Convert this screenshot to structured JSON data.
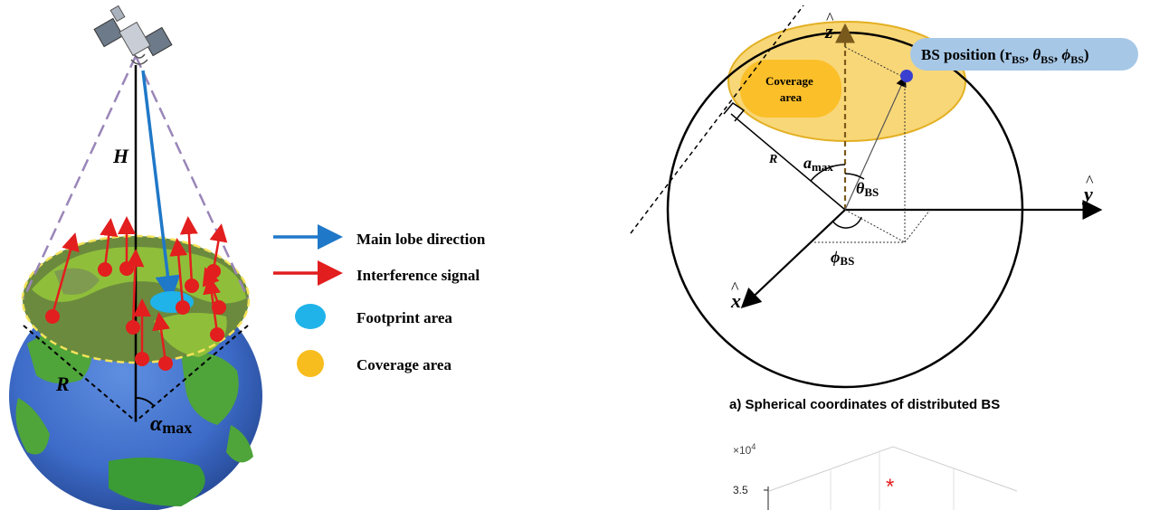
{
  "left_figure": {
    "labels": {
      "height": "H",
      "radius": "R",
      "alpha": "α",
      "alpha_sub": "max"
    }
  },
  "legend": {
    "items": [
      {
        "label": "Main lobe direction",
        "color": "#1f78c8",
        "kind": "arrow"
      },
      {
        "label": "Interference signal",
        "color": "#e21e1e",
        "kind": "arrow"
      },
      {
        "label": "Footprint area",
        "color": "#1fb3ea",
        "kind": "ellipse"
      },
      {
        "label": "Coverage area",
        "color": "#f7bd1e",
        "kind": "circle"
      }
    ]
  },
  "right_figure": {
    "coverage_label_line1": "Coverage",
    "coverage_label_line2": "area",
    "bs_position_label": "BS position (r",
    "bs_sub_r": "BS",
    "bs_theta": "θ",
    "bs_sub_theta": "BS",
    "bs_phi": "ϕ",
    "bs_sub_phi": "BS",
    "axis_z": "z",
    "axis_y": "y",
    "axis_x": "x",
    "label_R": "R",
    "label_a": "a",
    "label_a_sub": "max",
    "label_theta": "θ",
    "label_theta_sub": "BS",
    "label_phi": "ϕ",
    "label_phi_sub": "BS",
    "caption": "a) Spherical coordinates of distributed BS",
    "colors": {
      "coverage_fill": "#f8d36a",
      "coverage_inner": "#fbbf2a",
      "bs_box": "#a6c7e6",
      "bs_dot": "#3b3fcf",
      "z_axis": "#7a5a1c"
    }
  },
  "bottom_plot": {
    "exponent": "×10",
    "exponent_power": "4",
    "ytick": "3.5",
    "marker": "*"
  }
}
